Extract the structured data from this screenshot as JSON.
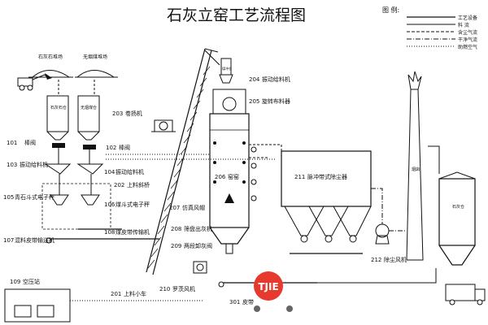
{
  "title": "石灰立窑工艺流程图",
  "legend": {
    "heading": "图 例:",
    "items": [
      {
        "label": "工艺设备",
        "style": "solid"
      },
      {
        "label": "料 流",
        "style": "solid"
      },
      {
        "label": "含尘气流",
        "style": "dash"
      },
      {
        "label": "干净气流",
        "style": "dashdot"
      },
      {
        "label": "助燃空气",
        "style": "dot"
      }
    ]
  },
  "yards": {
    "limestone": "石灰石堆场",
    "coal": "无烟煤堆场"
  },
  "bins": {
    "limestone": "石灰石仓",
    "coal": "无烟煤仓"
  },
  "coal_bin_top": "煤冲仓",
  "chimney": "烟囱",
  "lime_bin": "石灰仓",
  "equipment": [
    {
      "code": "101",
      "name": "棒阀"
    },
    {
      "code": "102",
      "name": "棒阀"
    },
    {
      "code": "103",
      "name": "振动给料机"
    },
    {
      "code": "104",
      "name": "振动给料机"
    },
    {
      "code": "105",
      "name": "青石斗式电子秤"
    },
    {
      "code": "106",
      "name": "煤斗式电子秤"
    },
    {
      "code": "107",
      "name": "混料皮带输送机"
    },
    {
      "code": "108",
      "name": "煤皮带传输机"
    },
    {
      "code": "109",
      "name": "空压站"
    },
    {
      "code": "201",
      "name": "上料小车"
    },
    {
      "code": "202",
      "name": "上料斜桥"
    },
    {
      "code": "203",
      "name": "卷扬机"
    },
    {
      "code": "204",
      "name": "振动给料机"
    },
    {
      "code": "205",
      "name": "旋转布料器"
    },
    {
      "code": "206",
      "name": "窑窑"
    },
    {
      "code": "207",
      "name": "仿真风帽"
    },
    {
      "code": "208",
      "name": "筛盘出灰机"
    },
    {
      "code": "209",
      "name": "两段卸灰阀"
    },
    {
      "code": "210",
      "name": "罗茨风机"
    },
    {
      "code": "211",
      "name": "脉冲带式除尘器"
    },
    {
      "code": "212",
      "name": "除尘风机"
    },
    {
      "code": "301",
      "name": "皮带"
    }
  ],
  "watermark": "TJIE"
}
